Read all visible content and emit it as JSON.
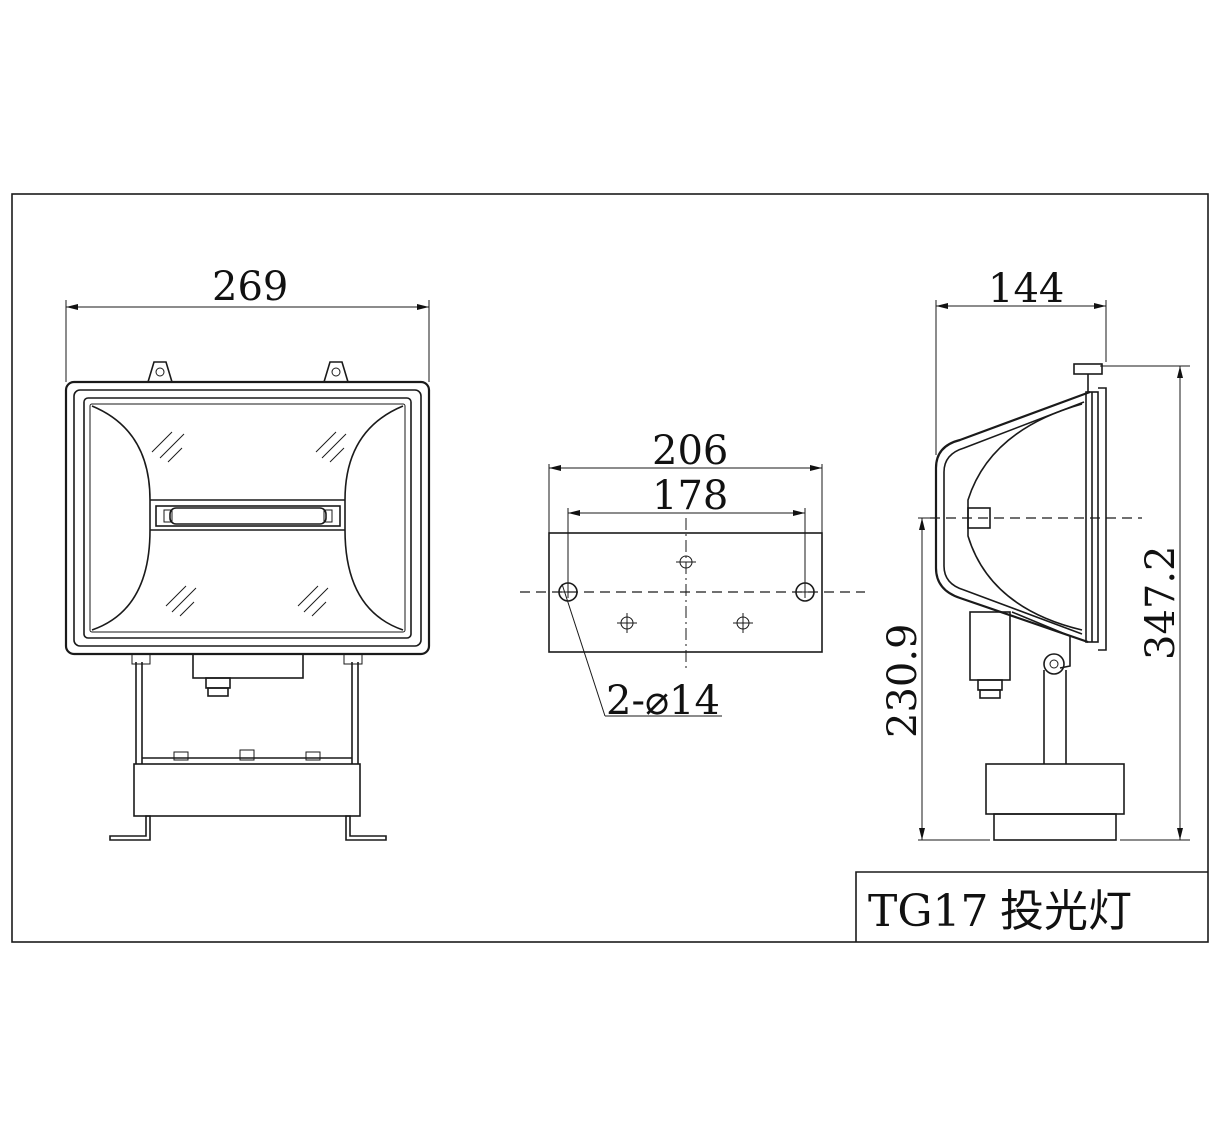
{
  "drawing": {
    "title_block": {
      "model": "TG17",
      "name": "投光灯"
    },
    "front_view": {
      "width_dim": "269"
    },
    "mount_view": {
      "outer_dim": "206",
      "hole_spacing_dim": "178",
      "hole_callout": "2-⌀14"
    },
    "side_view": {
      "depth_dim": "144",
      "total_height_dim": "347.2",
      "pivot_height_dim": "230.9"
    }
  }
}
